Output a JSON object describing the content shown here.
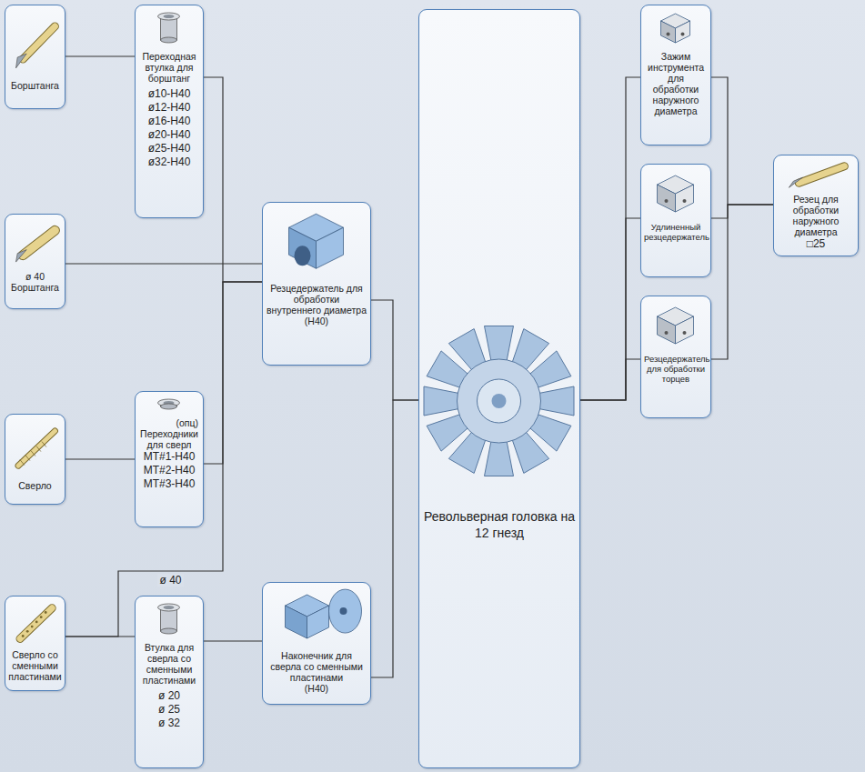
{
  "diagram": {
    "nodes": [
      {
        "text": [
          "Борштанга"
        ]
      },
      {
        "text": [
          "Переходная втулка для борштанг",
          "ø10-H40",
          "ø12-H40",
          "ø16-H40",
          "ø20-H40",
          "ø25-H40",
          "ø32-H40"
        ]
      },
      {
        "text": [
          "ø 40",
          "Борштанга"
        ]
      },
      {
        "text": [
          "Резцедержатель для обработки внутреннего диаметра",
          "(H40)"
        ]
      },
      {
        "text": [
          "Сверло"
        ]
      },
      {
        "text": [
          "(опц)",
          "Переходники для сверл",
          "MT#1-H40",
          "MT#2-H40",
          "MT#3-H40"
        ]
      },
      {
        "text": [
          "Сверло со сменными пластинами"
        ]
      },
      {
        "text": [
          "Втулка для сверла со сменными пластинами",
          "ø 20",
          "ø 25",
          "ø 32"
        ]
      },
      {
        "text": [
          "Наконечник для сверла со сменными пластинами",
          "(H40)"
        ]
      },
      {
        "text": [
          "Револьверная головка на 12 гнезд"
        ]
      },
      {
        "text": [
          "Зажим инструмента для обработки наружного диаметра"
        ]
      },
      {
        "text": [
          "Удлиненный резцедержатель"
        ]
      },
      {
        "text": [
          "Резцедержатель для обработки торцев"
        ]
      },
      {
        "text": [
          "Резец для обработки наружного диаметра",
          "□25"
        ]
      }
    ],
    "edges": [
      {
        "from": 0,
        "to": 1,
        "arrow": "none"
      },
      {
        "from": 1,
        "to": 3,
        "arrow": "none"
      },
      {
        "from": 2,
        "to": 3,
        "arrow": "none"
      },
      {
        "from": 4,
        "to": 5,
        "arrow": "none"
      },
      {
        "from": 5,
        "to": 3,
        "arrow": "none"
      },
      {
        "from": 6,
        "to": 3,
        "label": "ø 40",
        "arrow": "none"
      },
      {
        "from": 6,
        "to": 7,
        "arrow": "none"
      },
      {
        "from": 7,
        "to": 8,
        "arrow": "none"
      },
      {
        "from": 3,
        "to": 9,
        "arrow": "none"
      },
      {
        "from": 8,
        "to": 9,
        "arrow": "none"
      },
      {
        "from": 9,
        "to": 10,
        "arrow": "none"
      },
      {
        "from": 9,
        "to": 11,
        "arrow": "none"
      },
      {
        "from": 9,
        "to": 12,
        "arrow": "none"
      },
      {
        "from": 10,
        "to": 13,
        "arrow": "none"
      },
      {
        "from": 11,
        "to": 13,
        "arrow": "none"
      },
      {
        "from": 12,
        "to": 13,
        "arrow": "none"
      }
    ]
  }
}
